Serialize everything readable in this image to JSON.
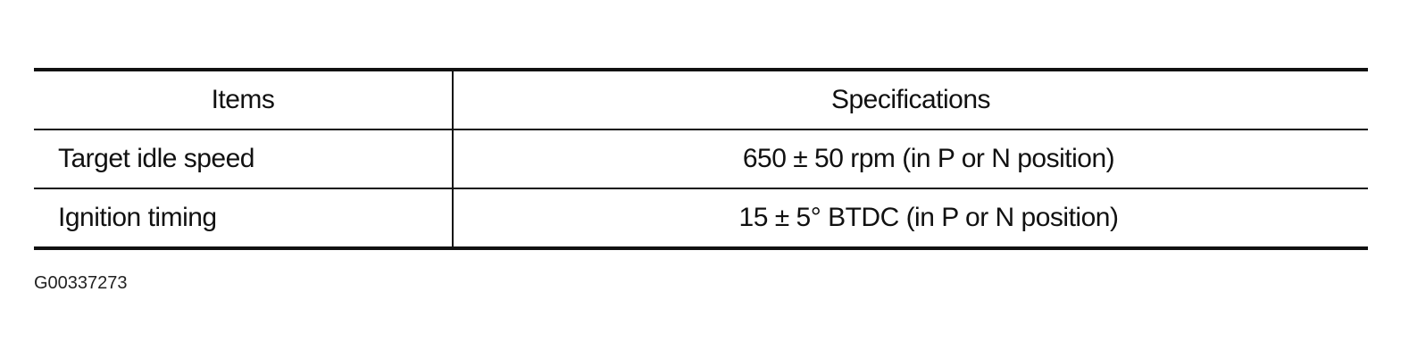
{
  "table": {
    "headers": {
      "items": "Items",
      "specifications": "Specifications"
    },
    "rows": [
      {
        "item": "Target idle speed",
        "spec": "650 ± 50 rpm (in P or N position)"
      },
      {
        "item": "Ignition timing",
        "spec": "15 ± 5° BTDC (in P or N position)"
      }
    ]
  },
  "figure_id": "G00337273"
}
